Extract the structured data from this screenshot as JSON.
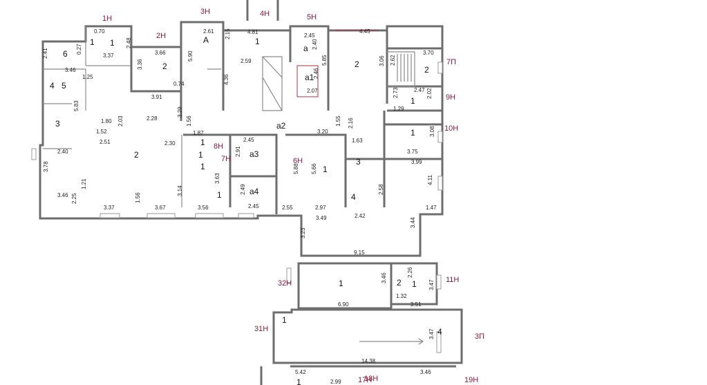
{
  "unit_labels": [
    "1Н",
    "2Н",
    "3Н",
    "4Н",
    "5Н",
    "6Н",
    "7Н",
    "8Н",
    "9Н",
    "10Н",
    "11Н",
    "7П",
    "3П",
    "31Н",
    "32Н",
    "17Н",
    "18Н",
    "19Н"
  ],
  "room_labels": [
    "1",
    "1",
    "6",
    "5",
    "4",
    "3",
    "2",
    "A",
    "1",
    "a",
    "a1",
    "2",
    "2",
    "1",
    "1",
    "a2",
    "a3",
    "a4",
    "1",
    "1",
    "1",
    "3",
    "4",
    "2",
    "1",
    "1",
    "2",
    "1",
    "1",
    "4",
    "1",
    "1"
  ],
  "dimensions": [
    "0.70",
    "3.37",
    "2.48",
    "2.41",
    "0.27",
    "3.46",
    "1.25",
    "3.66",
    "3.36",
    "3.91",
    "0.74",
    "2.61",
    "5.90",
    "4.81",
    "2.15",
    "2.59",
    "4.36",
    "2.45",
    "2.40",
    "2.46",
    "2.07",
    "4.45",
    "5.85",
    "3.06",
    "2.62",
    "3.70",
    "2.47",
    "1.29",
    "2.73",
    "2.02",
    "3.29",
    "2.28",
    "1.56",
    "1.87",
    "1.52",
    "1.80",
    "2.03",
    "2.51",
    "2.30",
    "2.40",
    "3.78",
    "3.46",
    "2.25",
    "1.21",
    "3.37",
    "1.56",
    "3.67",
    "3.14",
    "3.56",
    "3.63",
    "2.45",
    "2.91",
    "2.45",
    "2.49",
    "2.55",
    "5.88",
    "5.66",
    "3.20",
    "1.55",
    "2.16",
    "1.63",
    "2.97",
    "2.58",
    "2.42",
    "3.49",
    "3.75",
    "3.08",
    "3.99",
    "4.11",
    "1.47",
    "3.44",
    "3.23",
    "9.15",
    "6.90",
    "3.46",
    "1.32",
    "3.47",
    "3.51",
    "3.47",
    "14.38",
    "5.42",
    "2.99",
    "3.46",
    "5.83",
    "2.26"
  ]
}
